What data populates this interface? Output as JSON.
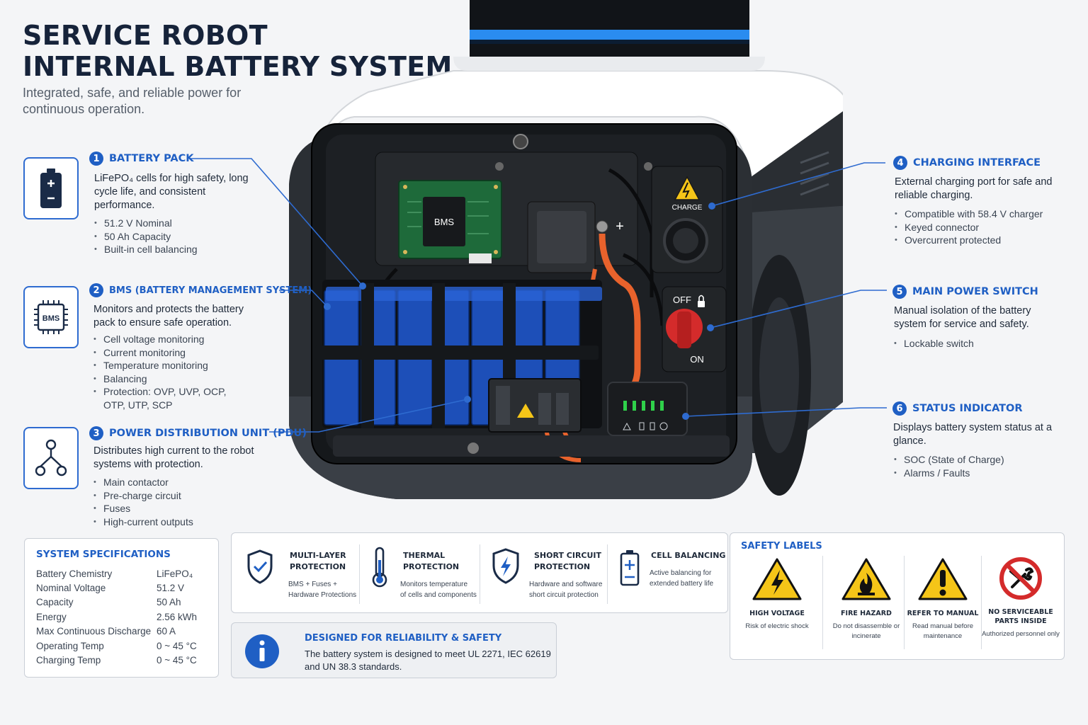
{
  "title": {
    "line1": "SERVICE ROBOT",
    "line2": "INTERNAL BATTERY SYSTEM"
  },
  "subtitle": "Integrated, safe, and reliable power for continuous operation.",
  "sections": [
    {
      "num": "1",
      "title": "BATTERY PACK",
      "desc": "LiFePO₄ cells for high safety, long cycle life, and consistent performance.",
      "bullets": [
        "51.2 V Nominal",
        "50 Ah Capacity",
        "Built-in cell balancing"
      ]
    },
    {
      "num": "2",
      "title": "BMS (BATTERY MANAGEMENT SYSTEM)",
      "desc": "Monitors and protects the battery pack to ensure safe operation.",
      "bullets": [
        "Cell voltage monitoring",
        "Current monitoring",
        "Temperature monitoring",
        "Balancing",
        "Protection: OVP, UVP, OCP, OTP, UTP, SCP"
      ]
    },
    {
      "num": "3",
      "title": "POWER DISTRIBUTION UNIT (PDU)",
      "desc": "Distributes high current to the robot systems with protection.",
      "bullets": [
        "Main contactor",
        "Pre-charge circuit",
        "Fuses",
        "High-current outputs"
      ]
    },
    {
      "num": "4",
      "title": "CHARGING INTERFACE",
      "desc": "External charging port for safe and reliable charging.",
      "bullets": [
        "Compatible with 58.4 V charger",
        "Keyed connector",
        "Overcurrent protected"
      ]
    },
    {
      "num": "5",
      "title": "MAIN POWER SWITCH",
      "desc": "Manual isolation of the battery system for service and safety.",
      "bullets": [
        "Lockable switch"
      ]
    },
    {
      "num": "6",
      "title": "STATUS INDICATOR",
      "desc": "Displays battery system status at a glance.",
      "bullets": [
        "SOC (State of Charge)",
        "Alarms / Faults"
      ]
    }
  ],
  "diagram_labels": {
    "bms": "BMS",
    "charge": "CHARGE",
    "off": "OFF",
    "on": "ON",
    "plus": "+",
    "bms_icon": "BMS"
  },
  "specs": {
    "title": "SYSTEM SPECIFICATIONS",
    "rows": [
      {
        "k": "Battery Chemistry",
        "v": "LiFePO₄"
      },
      {
        "k": "Nominal Voltage",
        "v": "51.2 V"
      },
      {
        "k": "Capacity",
        "v": "50 Ah"
      },
      {
        "k": "Energy",
        "v": "2.56 kWh"
      },
      {
        "k": "Max Continuous Discharge",
        "v": "60 A"
      },
      {
        "k": "Operating Temp",
        "v": "0 ~ 45 °C"
      },
      {
        "k": "Charging Temp",
        "v": "0 ~ 45 °C"
      }
    ]
  },
  "features": [
    {
      "title": "MULTI-LAYER PROTECTION",
      "t1": "MULTI-LAYER",
      "t2": "PROTECTION",
      "d1": "BMS + Fuses +",
      "d2": "Hardware Protections",
      "icon": "shield-check-icon"
    },
    {
      "title": "THERMAL PROTECTION",
      "t1": "THERMAL",
      "t2": "PROTECTION",
      "d1": "Monitors temperature",
      "d2": "of cells and components",
      "icon": "thermometer-icon"
    },
    {
      "title": "SHORT CIRCUIT PROTECTION",
      "t1": "SHORT CIRCUIT",
      "t2": "PROTECTION",
      "d1": "Hardware and software",
      "d2": "short circuit protection",
      "icon": "shield-bolt-icon"
    },
    {
      "title": "CELL BALANCING",
      "t1": "CELL BALANCING",
      "t2": "",
      "d1": "Active balancing for",
      "d2": "extended battery life",
      "icon": "battery-balance-icon"
    }
  ],
  "reliability": {
    "title": "DESIGNED FOR RELIABILITY & SAFETY",
    "text": "The battery system is designed to meet UL 2271, IEC 62619 and UN 38.3 standards."
  },
  "safety": {
    "title": "SAFETY LABELS",
    "items": [
      {
        "title": "HIGH VOLTAGE",
        "desc": "Risk of electric shock"
      },
      {
        "title": "FIRE HAZARD",
        "desc": "Do not disassemble or incinerate"
      },
      {
        "title": "REFER TO MANUAL",
        "desc": "Read manual before maintenance"
      },
      {
        "title": "NO SERVICEABLE PARTS INSIDE",
        "desc": "Authorized personnel only"
      }
    ]
  },
  "colors": {
    "accent": "#1f5fc4",
    "cell_blue": "#1d4fb8",
    "warning_yellow": "#f5c518",
    "cable_orange": "#e8622c",
    "switch_red": "#d42b2b",
    "led_green": "#2fd14a"
  }
}
